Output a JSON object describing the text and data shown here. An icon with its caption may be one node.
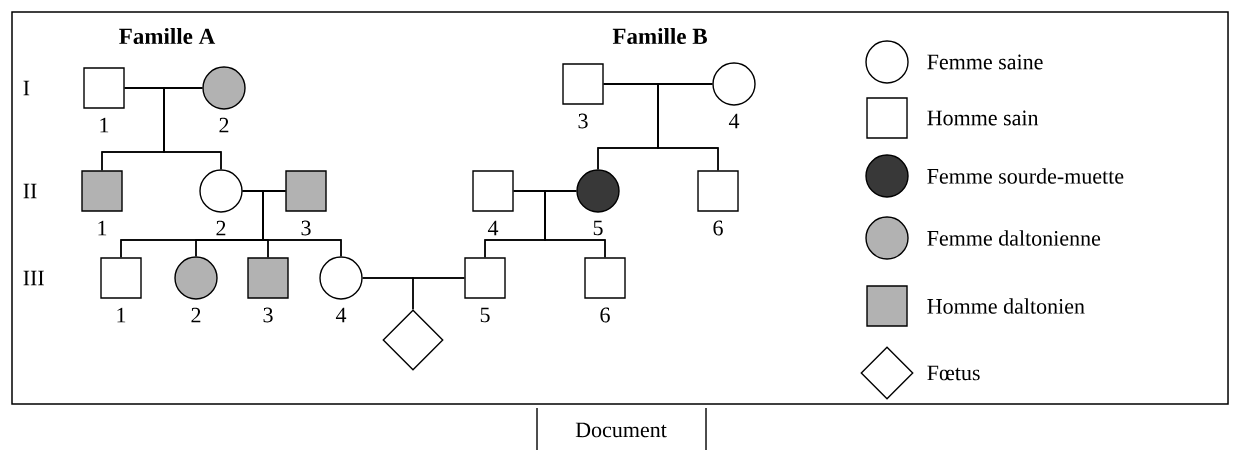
{
  "diagram": {
    "nodes": [
      {
        "text": [],
        "shape": "box",
        "beside": [
          "1"
        ]
      },
      {
        "text": [],
        "shape": "circle",
        "beside": [
          "2"
        ]
      },
      {
        "text": [],
        "shape": "box",
        "beside": [
          "1"
        ]
      },
      {
        "text": [],
        "shape": "circle",
        "beside": [
          "2"
        ]
      },
      {
        "text": [],
        "shape": "box",
        "beside": [
          "3"
        ]
      },
      {
        "text": [],
        "shape": "box",
        "beside": [
          "1"
        ]
      },
      {
        "text": [],
        "shape": "circle",
        "beside": [
          "2"
        ]
      },
      {
        "text": [],
        "shape": "box",
        "beside": [
          "3"
        ]
      },
      {
        "text": [],
        "shape": "circle",
        "beside": [
          "4"
        ]
      },
      {
        "text": [],
        "shape": "box",
        "beside": [
          "3"
        ]
      },
      {
        "text": [],
        "shape": "circle",
        "beside": [
          "4"
        ]
      },
      {
        "text": [],
        "shape": "box",
        "beside": [
          "4"
        ]
      },
      {
        "text": [],
        "shape": "circle",
        "beside": [
          "5"
        ]
      },
      {
        "text": [],
        "shape": "box",
        "beside": [
          "6"
        ]
      },
      {
        "text": [],
        "shape": "box",
        "beside": [
          "5"
        ]
      },
      {
        "text": [],
        "shape": "box",
        "beside": [
          "6"
        ]
      },
      {
        "text": [],
        "shape": "diamond"
      }
    ],
    "edges": [
      {
        "from": 0,
        "to": 1,
        "arrow": "none"
      },
      {
        "from": 0,
        "to": 2,
        "arrow": "none"
      },
      {
        "from": 1,
        "to": 2,
        "arrow": "none"
      },
      {
        "from": 0,
        "to": 3,
        "arrow": "none"
      },
      {
        "from": 1,
        "to": 3,
        "arrow": "none"
      },
      {
        "from": 3,
        "to": 4,
        "arrow": "none"
      },
      {
        "from": 3,
        "to": 5,
        "arrow": "none"
      },
      {
        "from": 4,
        "to": 5,
        "arrow": "none"
      },
      {
        "from": 3,
        "to": 6,
        "arrow": "none"
      },
      {
        "from": 4,
        "to": 6,
        "arrow": "none"
      },
      {
        "from": 3,
        "to": 7,
        "arrow": "none"
      },
      {
        "from": 4,
        "to": 7,
        "arrow": "none"
      },
      {
        "from": 3,
        "to": 8,
        "arrow": "none"
      },
      {
        "from": 4,
        "to": 8,
        "arrow": "none"
      },
      {
        "from": 9,
        "to": 10,
        "arrow": "none"
      },
      {
        "from": 9,
        "to": 12,
        "arrow": "none"
      },
      {
        "from": 10,
        "to": 12,
        "arrow": "none"
      },
      {
        "from": 9,
        "to": 13,
        "arrow": "none"
      },
      {
        "from": 10,
        "to": 13,
        "arrow": "none"
      },
      {
        "from": 11,
        "to": 12,
        "arrow": "none"
      },
      {
        "from": 11,
        "to": 14,
        "arrow": "none"
      },
      {
        "from": 12,
        "to": 14,
        "arrow": "none"
      },
      {
        "from": 11,
        "to": 15,
        "arrow": "none"
      },
      {
        "from": 12,
        "to": 15,
        "arrow": "none"
      },
      {
        "from": 8,
        "to": 14,
        "arrow": "none"
      },
      {
        "from": 8,
        "to": 16,
        "arrow": "none"
      },
      {
        "from": 14,
        "to": 16,
        "arrow": "none"
      }
    ],
    "labels": [
      "Famille A",
      "Famille B",
      "I",
      "II",
      "III",
      "Document"
    ],
    "legend": [
      {
        "text": "Femme saine"
      },
      {
        "text": "Homme sain"
      },
      {
        "text": "Femme sourde-muette"
      },
      {
        "text": "Femme daltonienne"
      },
      {
        "text": "Homme daltonien"
      },
      {
        "text": "Fœtus"
      }
    ]
  }
}
